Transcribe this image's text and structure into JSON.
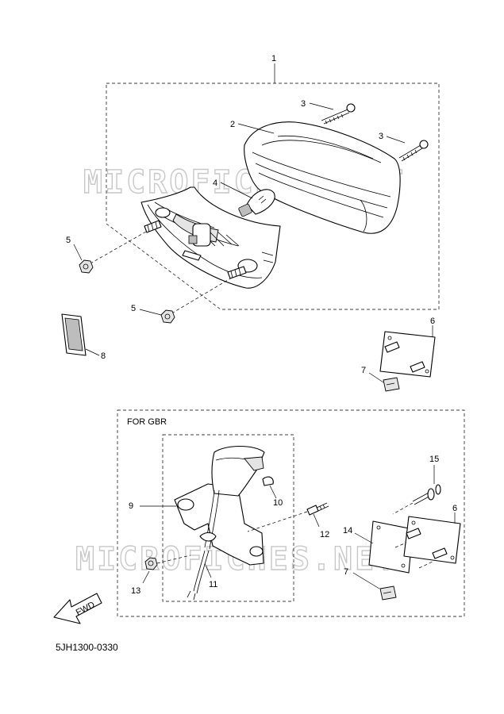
{
  "watermark": "MICROFICHES.NET",
  "section_label": "FOR GBR",
  "fwd_label": "FWD",
  "diagram_code": "5JH1300-0330",
  "callouts": {
    "c1": "1",
    "c2": "2",
    "c3a": "3",
    "c3b": "3",
    "c4": "4",
    "c5a": "5",
    "c5b": "5",
    "c6a": "6",
    "c6b": "6",
    "c7a": "7",
    "c7b": "7",
    "c8": "8",
    "c9": "9",
    "c10": "10",
    "c11": "11",
    "c12": "12",
    "c13": "13",
    "c14": "14",
    "c15": "15"
  }
}
